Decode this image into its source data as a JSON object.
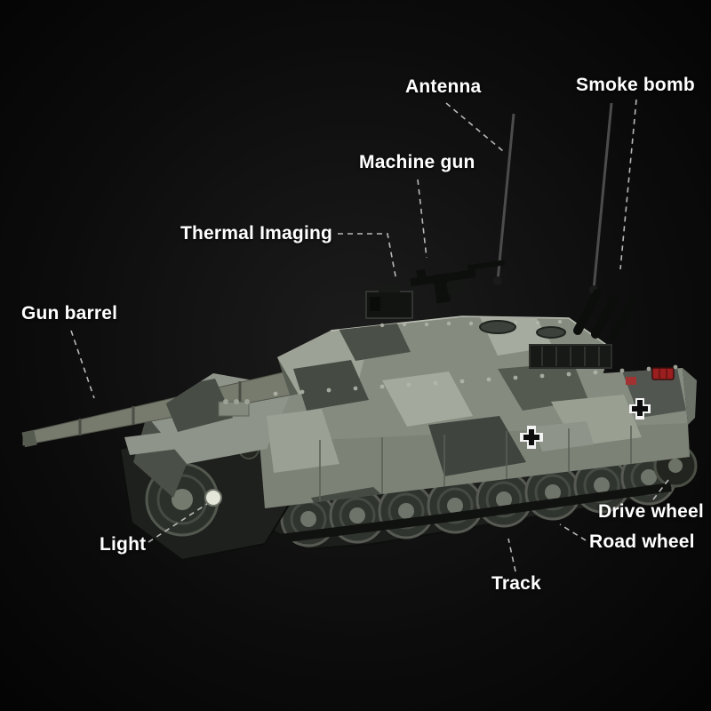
{
  "scene": {
    "subject": "Camouflage brick-built battle tank product photo with part callouts"
  },
  "colors": {
    "background": "#060606",
    "label_text": "#ffffff",
    "leader_line": "#b8b8b8",
    "camo_base": "#868b80",
    "camo_light": "#a4a99d",
    "camo_dark": "#454b43",
    "camo_green": "#545a50",
    "track_color": "#1d201d",
    "accent_red": "#9c1f1f",
    "cross_white": "#f2f2f2"
  },
  "labels": [
    {
      "id": "antenna",
      "text": "Antenna"
    },
    {
      "id": "smoke-bomb",
      "text": "Smoke bomb"
    },
    {
      "id": "machine-gun",
      "text": "Machine gun"
    },
    {
      "id": "thermal-imaging",
      "text": "Thermal Imaging"
    },
    {
      "id": "gun-barrel",
      "text": "Gun barrel"
    },
    {
      "id": "light",
      "text": "Light"
    },
    {
      "id": "track",
      "text": "Track"
    },
    {
      "id": "road-wheel",
      "text": "Road wheel"
    },
    {
      "id": "drive-wheel",
      "text": "Drive wheel"
    }
  ]
}
